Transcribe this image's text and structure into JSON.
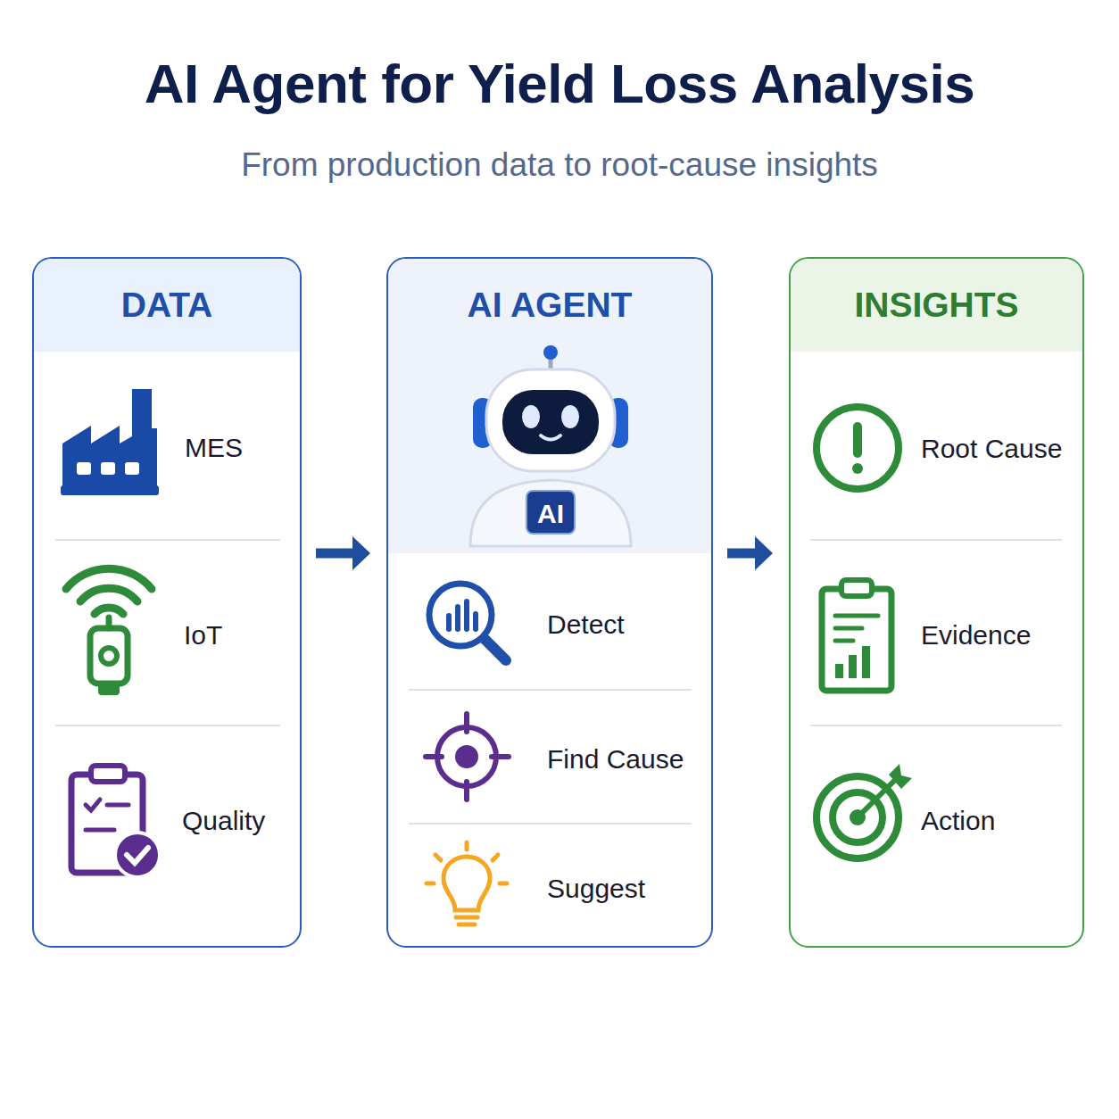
{
  "diagram": {
    "title": "AI Agent for Yield Loss Analysis",
    "caption": "From production data to root-cause insights",
    "nodes": [
      {
        "text": [
          "DATA"
        ]
      },
      {
        "text": [
          "MES"
        ],
        "in": 0
      },
      {
        "text": [
          "IoT"
        ],
        "in": 0
      },
      {
        "text": [
          "Quality"
        ],
        "in": 0
      },
      {
        "text": [
          "AI AGENT"
        ]
      },
      {
        "text": [
          "Detect"
        ],
        "in": 4
      },
      {
        "text": [
          "Find Cause"
        ],
        "in": 4
      },
      {
        "text": [
          "Suggest"
        ],
        "in": 4
      },
      {
        "text": [
          "INSIGHTS"
        ]
      },
      {
        "text": [
          "Root Cause"
        ],
        "in": 8
      },
      {
        "text": [
          "Evidence"
        ],
        "in": 8
      },
      {
        "text": [
          "Action"
        ],
        "in": 8
      }
    ],
    "edges": [
      {
        "from": 0,
        "to": 4,
        "arrow": "to"
      },
      {
        "from": 4,
        "to": 8,
        "arrow": "to"
      }
    ],
    "labels": [
      "AI"
    ]
  }
}
